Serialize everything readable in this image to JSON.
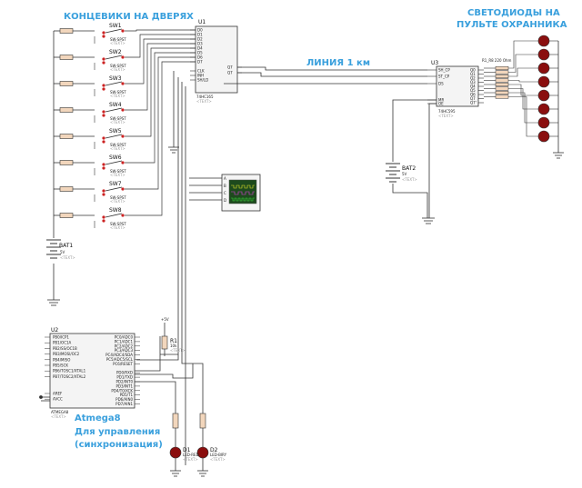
{
  "titles": {
    "door_switches": "КОНЦЕВИКИ НА ДВЕРЯХ",
    "leds_line1": "СВЕТОДИОДЫ НА",
    "leds_line2": "ПУЛЬТЕ ОХРАННИКА",
    "line": "ЛИНИЯ 1 км",
    "mcu_name": "Atmega8",
    "mcu_purpose_line1": "Для управления",
    "mcu_purpose_line2": "(синхронизация)"
  },
  "switches": [
    {
      "ref": "SW1",
      "part": "SW-SPST"
    },
    {
      "ref": "SW2",
      "part": "SW-SPST"
    },
    {
      "ref": "SW3",
      "part": "SW-SPST"
    },
    {
      "ref": "SW4",
      "part": "SW-SPST"
    },
    {
      "ref": "SW5",
      "part": "SW-SPST"
    },
    {
      "ref": "SW6",
      "part": "SW-SPST"
    },
    {
      "ref": "SW7",
      "part": "SW-SPST"
    },
    {
      "ref": "SW8",
      "part": "SW-SPST"
    }
  ],
  "components": {
    "u1": {
      "ref": "U1",
      "part": "74HC165"
    },
    "u3": {
      "ref": "U3",
      "part": "74HC595"
    },
    "u2": {
      "ref": "U2",
      "part": "ATMEGA8"
    },
    "bat1": {
      "ref": "BAT1",
      "value": "5V"
    },
    "bat2": {
      "ref": "BAT2",
      "value": "5V"
    },
    "r1": {
      "ref": "R1",
      "value": "10k"
    },
    "resistor_pack": {
      "label": "R1_R8 220 Ohm"
    },
    "d1": {
      "ref": "D1",
      "part": "LED-RED"
    },
    "d2": {
      "ref": "D2",
      "part": "LED-BIRY"
    },
    "vcc": {
      "label": "+5V"
    },
    "text_label": "<TEXT>"
  },
  "u1_pins_left": [
    "D0",
    "D1",
    "D2",
    "D3",
    "D4",
    "D5",
    "D6",
    "D7",
    "",
    "CLK",
    "INH",
    "SH/LD"
  ],
  "u1_pins_right": [
    "Q7",
    "Q7"
  ],
  "u3_pins_left": [
    "SH_CP",
    "ST_CP",
    "DS",
    "MR",
    "OE"
  ],
  "u3_pins_right": [
    "Q0",
    "Q1",
    "Q2",
    "Q3",
    "Q4",
    "Q5",
    "Q6",
    "Q7",
    "Q7'"
  ],
  "u2_pins_left": [
    "PB0/ICP1",
    "PB1/OC1A",
    "PB2/SS/OC1B",
    "PB3/MOSI/OC2",
    "PB4/MISO",
    "PB5/SCK",
    "PB6/TOSC1/XTAL1",
    "PB7/TOSC2/XTAL2",
    "",
    "",
    "AREF",
    "AVCC"
  ],
  "u2_pins_right": [
    "PC0/ADC0",
    "PC1/ADC1",
    "PC2/ADC2",
    "PC3/ADC3",
    "PC4/ADC4/SDA",
    "PC5/ADC5/SCL",
    "PC6/RESET",
    "",
    "PD0/RXD",
    "PD1/TXD",
    "PD2/INT0",
    "PD3/INT1",
    "PD4/T0/XCK",
    "PD5/T1",
    "PD6/AIN0",
    "PD7/AIN1"
  ],
  "scope_channels": [
    "A",
    "B",
    "C",
    "D"
  ],
  "led_count": 8,
  "colors": {
    "title_blue": "#3aa0dd",
    "wire": "#333333",
    "led_fill": "#8a0e0e",
    "resistor_fill": "#f2d6bc",
    "switch_dot": "#cc2222",
    "chip_fill": "#f4f4f4",
    "scope_body": "#f5f5f5",
    "scope_screen": "#1d4a1d"
  }
}
